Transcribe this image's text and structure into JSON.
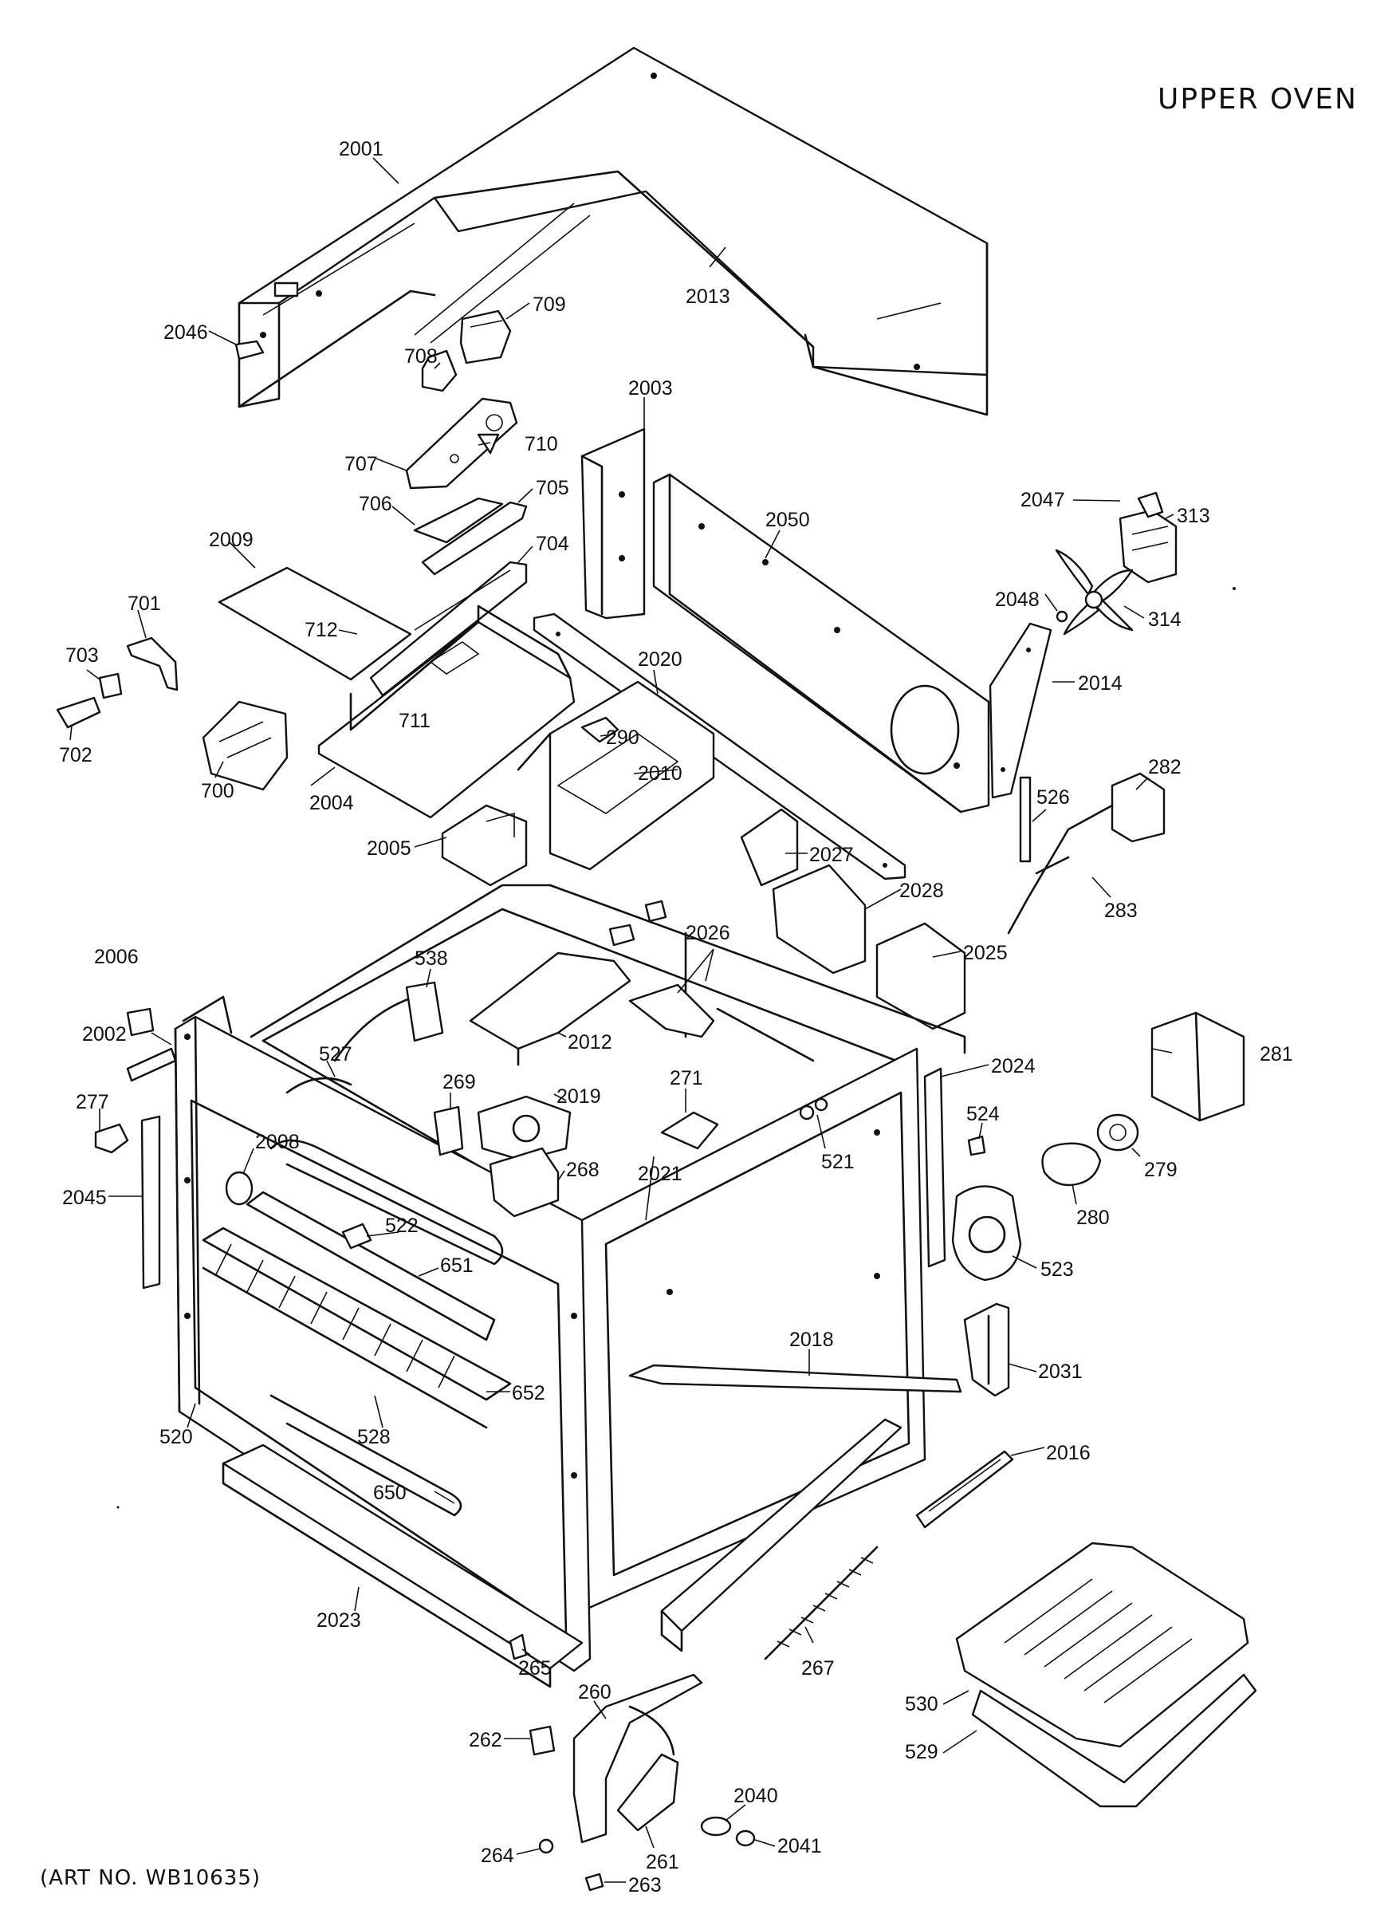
{
  "title": "UPPER OVEN",
  "art_number": "(ART NO. WB10635)",
  "parts": [
    {
      "id": "2001"
    },
    {
      "id": "2013"
    },
    {
      "id": "2046"
    },
    {
      "id": "709"
    },
    {
      "id": "708"
    },
    {
      "id": "710"
    },
    {
      "id": "707"
    },
    {
      "id": "706"
    },
    {
      "id": "705"
    },
    {
      "id": "704"
    },
    {
      "id": "2003"
    },
    {
      "id": "2050"
    },
    {
      "id": "2047"
    },
    {
      "id": "313"
    },
    {
      "id": "314"
    },
    {
      "id": "2048"
    },
    {
      "id": "2014"
    },
    {
      "id": "2009"
    },
    {
      "id": "712"
    },
    {
      "id": "711"
    },
    {
      "id": "701"
    },
    {
      "id": "703"
    },
    {
      "id": "702"
    },
    {
      "id": "700"
    },
    {
      "id": "2004"
    },
    {
      "id": "2020"
    },
    {
      "id": "290"
    },
    {
      "id": "2010"
    },
    {
      "id": "2005"
    },
    {
      "id": "2027"
    },
    {
      "id": "2028"
    },
    {
      "id": "2026"
    },
    {
      "id": "2025"
    },
    {
      "id": "526"
    },
    {
      "id": "282"
    },
    {
      "id": "283"
    },
    {
      "id": "2006"
    },
    {
      "id": "538"
    },
    {
      "id": "2002"
    },
    {
      "id": "2012"
    },
    {
      "id": "527"
    },
    {
      "id": "269"
    },
    {
      "id": "2019"
    },
    {
      "id": "271"
    },
    {
      "id": "2024"
    },
    {
      "id": "281"
    },
    {
      "id": "277"
    },
    {
      "id": "2008"
    },
    {
      "id": "268"
    },
    {
      "id": "2021"
    },
    {
      "id": "521"
    },
    {
      "id": "524"
    },
    {
      "id": "279"
    },
    {
      "id": "2045"
    },
    {
      "id": "522"
    },
    {
      "id": "280"
    },
    {
      "id": "651"
    },
    {
      "id": "523"
    },
    {
      "id": "2018"
    },
    {
      "id": "2031"
    },
    {
      "id": "652"
    },
    {
      "id": "520"
    },
    {
      "id": "528"
    },
    {
      "id": "2016"
    },
    {
      "id": "650"
    },
    {
      "id": "2023"
    },
    {
      "id": "265"
    },
    {
      "id": "267"
    },
    {
      "id": "530"
    },
    {
      "id": "260"
    },
    {
      "id": "262"
    },
    {
      "id": "529"
    },
    {
      "id": "2040"
    },
    {
      "id": "261"
    },
    {
      "id": "2041"
    },
    {
      "id": "264"
    },
    {
      "id": "263"
    }
  ]
}
